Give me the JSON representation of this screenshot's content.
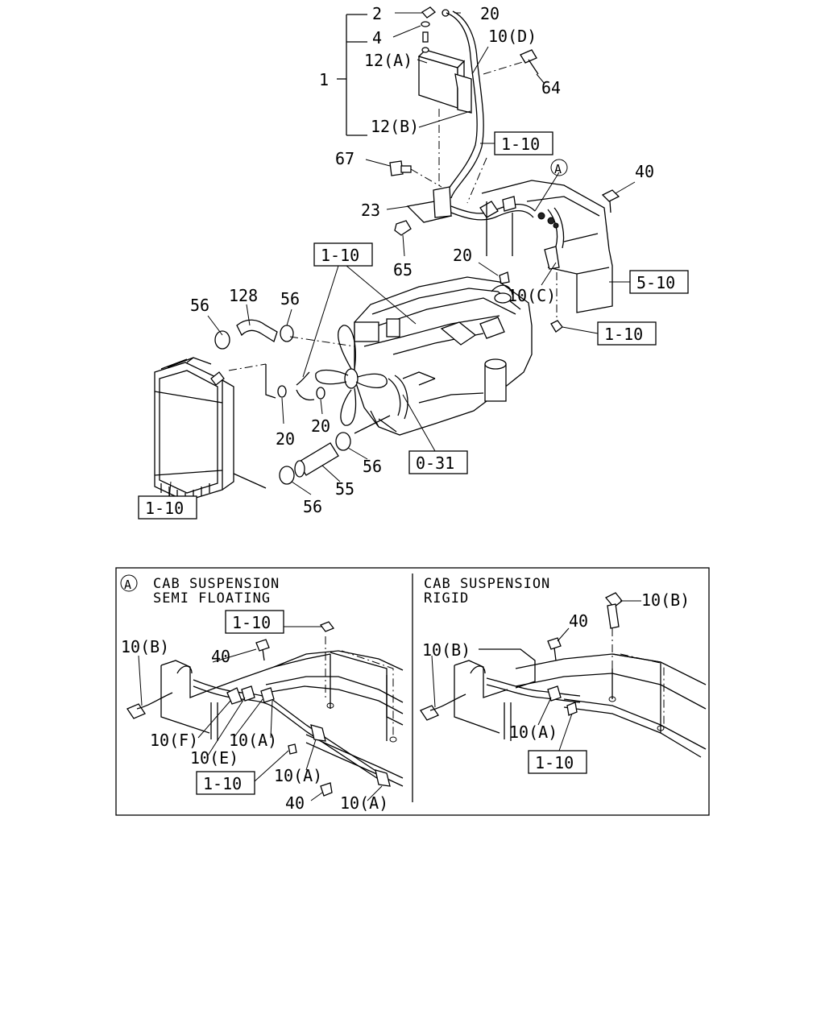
{
  "main_diagram": {
    "callouts": {
      "c1": "1",
      "c2": "2",
      "c4": "4",
      "c12a": "12(A)",
      "c12b": "12(B)",
      "c20_top": "20",
      "c10d": "10(D)",
      "c64": "64",
      "c67": "67",
      "c23": "23",
      "c65": "65",
      "c40": "40",
      "cA": "A",
      "c20_mid": "20",
      "c10c": "10(C)",
      "c56_a": "56",
      "c128": "128",
      "c56_b": "56",
      "c20_low1": "20",
      "c20_low2": "20",
      "c56_c": "56",
      "c55": "55",
      "c56_d": "56"
    },
    "refs": {
      "r1": "1-10",
      "r2": "1-10",
      "r3": "5-10",
      "r4": "1-10",
      "r5": "0-31",
      "r6": "1-10"
    }
  },
  "detail_panel": {
    "marker": "A",
    "left": {
      "title_line1": "CAB SUSPENSION",
      "title_line2": "SEMI FLOATING",
      "callouts": {
        "c10b": "10(B)",
        "c40a": "40",
        "c10f": "10(F)",
        "c10e": "10(E)",
        "c10a_1": "10(A)",
        "c10a_2": "10(A)",
        "c10a_3": "10(A)",
        "c40b": "40"
      },
      "refs": {
        "r1": "1-10",
        "r2": "1-10"
      }
    },
    "right": {
      "title_line1": "CAB SUSPENSION",
      "title_line2": "RIGID",
      "callouts": {
        "c10b_top": "10(B)",
        "c10b_left": "10(B)",
        "c40": "40",
        "c10a": "10(A)"
      },
      "refs": {
        "r1": "1-10"
      }
    }
  }
}
